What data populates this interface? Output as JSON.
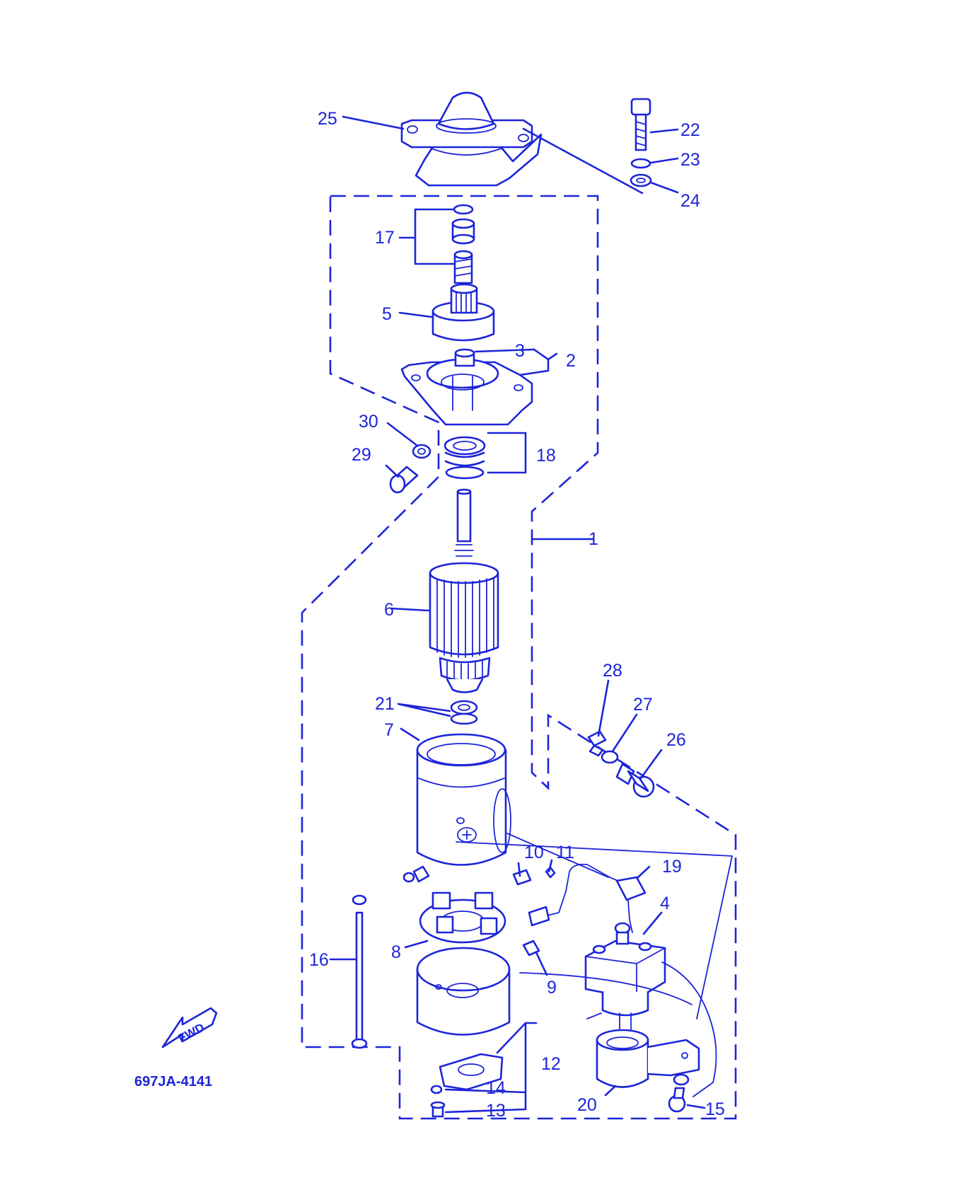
{
  "diagram": {
    "drawing_code": "697JA-4141",
    "direction_label": "FWD",
    "colors": {
      "ink": "#1d25d9",
      "background": "#ffffff"
    },
    "callouts": {
      "c1": "1",
      "c2": "2",
      "c3": "3",
      "c4": "4",
      "c5": "5",
      "c6": "6",
      "c7": "7",
      "c8": "8",
      "c9": "9",
      "c10": "10",
      "c11": "11",
      "c12": "12",
      "c13": "13",
      "c14": "14",
      "c15": "15",
      "c16": "16",
      "c17": "17",
      "c18": "18",
      "c19": "19",
      "c20": "20",
      "c21": "21",
      "c22": "22",
      "c23": "23",
      "c24": "24",
      "c25": "25",
      "c26": "26",
      "c27": "27",
      "c28": "28",
      "c29": "29",
      "c30": "30"
    }
  }
}
